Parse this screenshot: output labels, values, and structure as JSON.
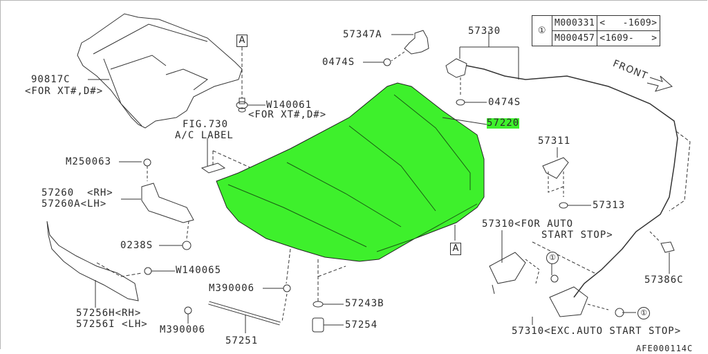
{
  "diagram": {
    "type": "exploded-parts-diagram",
    "subject": "hood (bonnet) assembly",
    "highlight_color": "#3ef02c",
    "highlighted_part": "57220",
    "figure_code": "AFE000114C",
    "direction_indicator": "FRONT",
    "reference_marker": "A"
  },
  "legend": {
    "symbol": "①",
    "rows": [
      {
        "part": "M000331",
        "range": "<   -1609>"
      },
      {
        "part": "M000457",
        "range": "<1609-   >"
      }
    ]
  },
  "labels": {
    "p90817c": "90817C",
    "p90817c_note": "<FOR XT#,D#>",
    "w140061": "W140061",
    "w140061_note": "<FOR XT#,D#>",
    "fig730": "FIG.730",
    "ac_label": "A/C LABEL",
    "p57347a": "57347A",
    "p0474s_a": "0474S",
    "p57330": "57330",
    "p0474s_b": "0474S",
    "p57220": "57220",
    "m250063": "M250063",
    "p57260": "57260  <RH>",
    "p57260a": "57260A<LH>",
    "p0238s": "0238S",
    "w140065": "W140065",
    "p57256h": "57256H<RH>",
    "p57256i": "57256I <LH>",
    "m390006_a": "M390006",
    "m390006_b": "M390006",
    "p57251": "57251",
    "p57243b": "57243B",
    "p57254": "57254",
    "p57311": "57311",
    "p57313": "57313",
    "p57310_auto_1": "57310<FOR AUTO",
    "p57310_auto_2": "START STOP>",
    "p57386c": "57386C",
    "p57310_exc": "57310<EXC.AUTO START STOP>",
    "box_a": "A",
    "circle_1": "①",
    "front": "FRONT",
    "code": "AFE000114C"
  }
}
